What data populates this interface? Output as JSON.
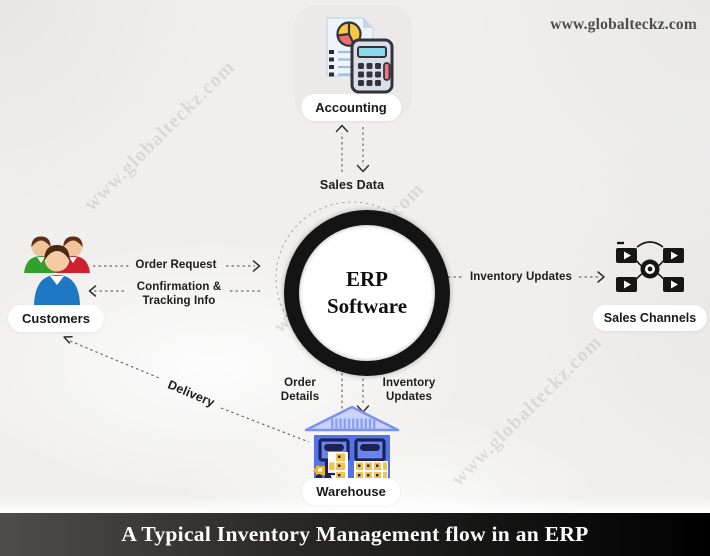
{
  "header": {
    "site_watermark": "www.globalteckz.com"
  },
  "watermark": {
    "diagonal": "www.globalteckz.com"
  },
  "center": {
    "line1": "ERP",
    "line2": "Software"
  },
  "nodes": {
    "accounting": "Accounting",
    "customers": "Customers",
    "sales_channels": "Sales Channels",
    "warehouse": "Warehouse"
  },
  "flows": {
    "sales_data": "Sales Data",
    "order_request": "Order Request",
    "confirmation_line1": "Confirmation &",
    "confirmation_line2": "Tracking Info",
    "inventory_updates": "Inventory Updates",
    "order_details_line1": "Order",
    "order_details_line2": "Details",
    "warehouse_inventory_line1": "Inventory",
    "warehouse_inventory_line2": "Updates",
    "delivery": "Delivery"
  },
  "footer": {
    "title": "A Typical Inventory Management flow in an ERP"
  },
  "colors": {
    "background": "#f0efee",
    "ring": "#141414",
    "pill_bg": "#ffffff",
    "footer_left": "#4e4d4b",
    "footer_right": "#000000",
    "warehouse_blue": "#5373ea",
    "crate_yellow": "#f2c34e",
    "customer_blue": "#1f78c2",
    "customer_green": "#33a02c",
    "customer_red": "#cf2030"
  }
}
